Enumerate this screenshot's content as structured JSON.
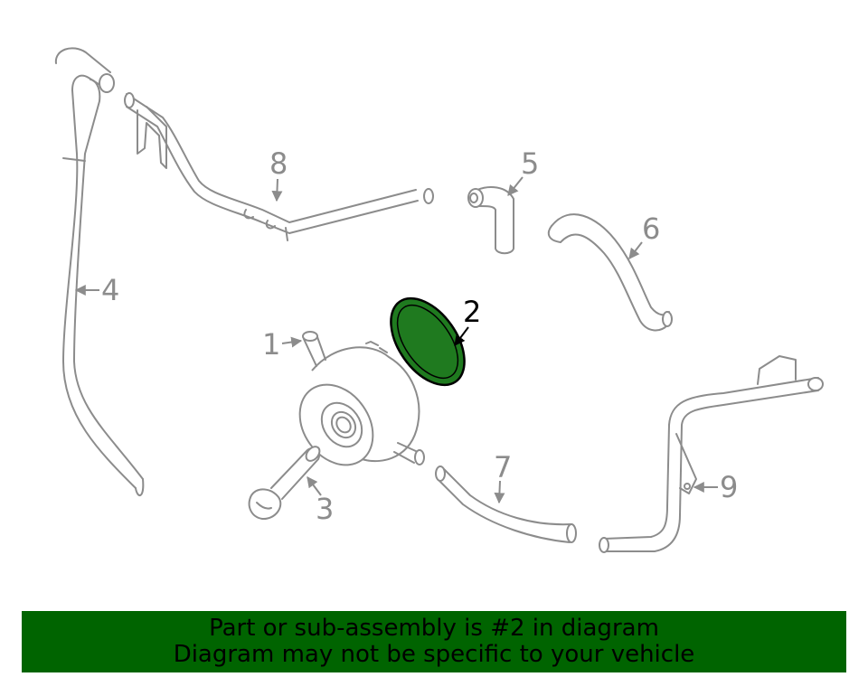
{
  "callouts": {
    "c1": "1",
    "c2": "2",
    "c3": "3",
    "c4": "4",
    "c5": "5",
    "c6": "6",
    "c7": "7",
    "c8": "8",
    "c9": "9"
  },
  "highlight": {
    "part": "2",
    "color": "#1f7a1f"
  },
  "banner": {
    "color": "#006400",
    "line1": "Part or sub-assembly is #2 in diagram",
    "line2": "Diagram may not be specific to your vehicle"
  }
}
